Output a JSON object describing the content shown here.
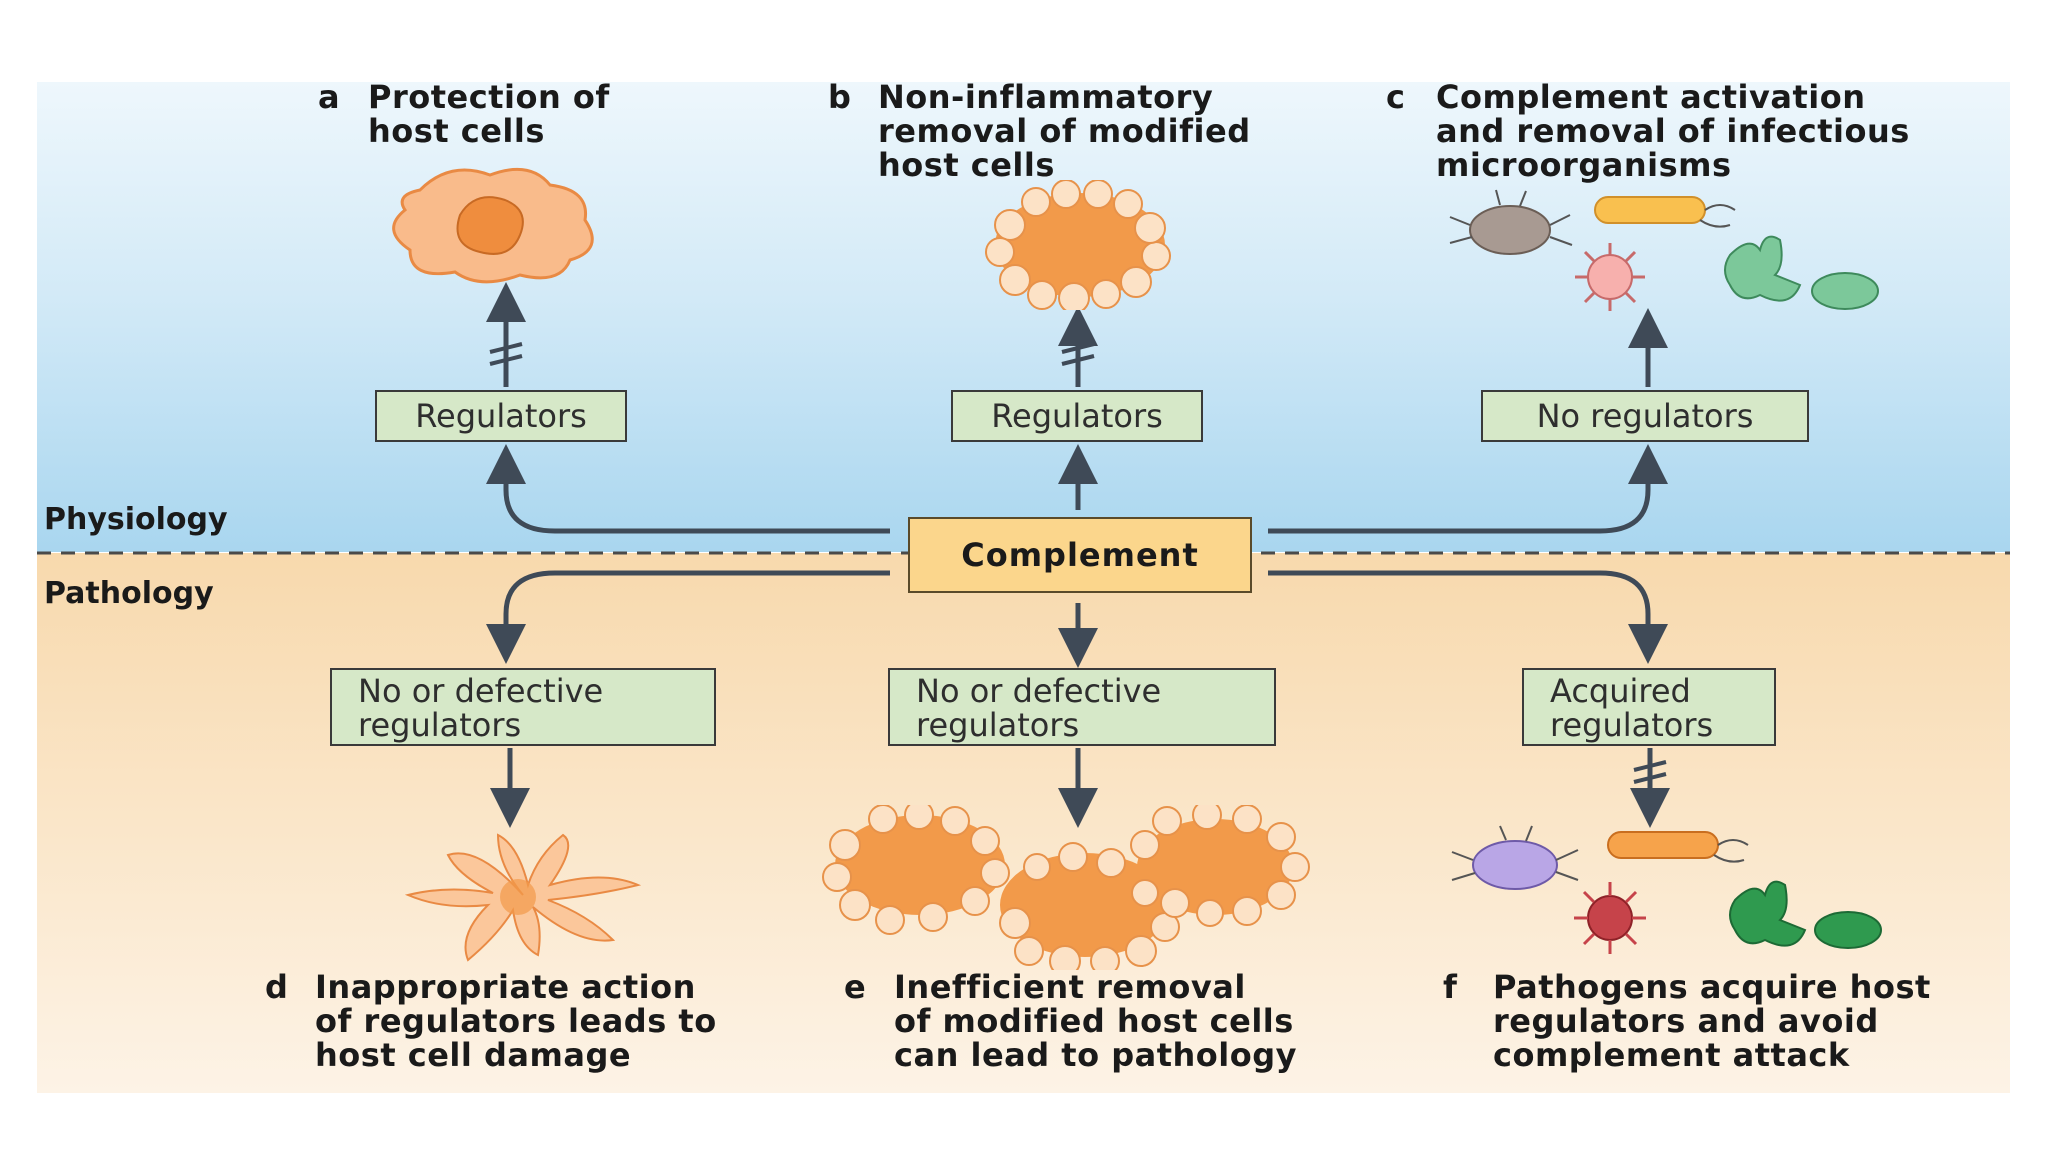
{
  "sections": {
    "physiology": "Physiology",
    "pathology": "Pathology"
  },
  "center": "Complement",
  "panels": {
    "a": {
      "letter": "a",
      "lines": [
        "Protection of",
        "host cells"
      ]
    },
    "b": {
      "letter": "b",
      "lines": [
        "Non-inflammatory",
        "removal of modified",
        "host cells"
      ]
    },
    "c": {
      "letter": "c",
      "lines": [
        "Complement activation",
        "and removal of infectious",
        "microorganisms"
      ]
    },
    "d": {
      "letter": "d",
      "lines": [
        "Inappropriate action",
        "of regulators leads to",
        "host cell damage"
      ]
    },
    "e": {
      "letter": "e",
      "lines": [
        "Inefficient removal",
        "of modified host cells",
        "can lead to pathology"
      ]
    },
    "f": {
      "letter": "f",
      "lines": [
        "Pathogens acquire host",
        "regulators and avoid",
        "complement attack"
      ]
    }
  },
  "boxes": {
    "top_left": "Regulators",
    "top_mid": "Regulators",
    "top_right": "No regulators",
    "bot_left": [
      "No or defective",
      "regulators"
    ],
    "bot_mid": [
      "No or defective",
      "regulators"
    ],
    "bot_right": [
      "Acquired",
      "regulators"
    ]
  },
  "colors": {
    "arrow": "#3f4a57",
    "cell_fill": "#f7a463",
    "cell_light": "#fbc79b",
    "box_fill": "#d6e8c8",
    "complement_fill": "#fbd68c"
  },
  "icons": [
    "host-cell-icon",
    "apoptotic-cell-icon",
    "microorganisms-icon",
    "damaged-cell-icon",
    "apoptotic-cluster-icon",
    "protected-pathogens-icon"
  ]
}
